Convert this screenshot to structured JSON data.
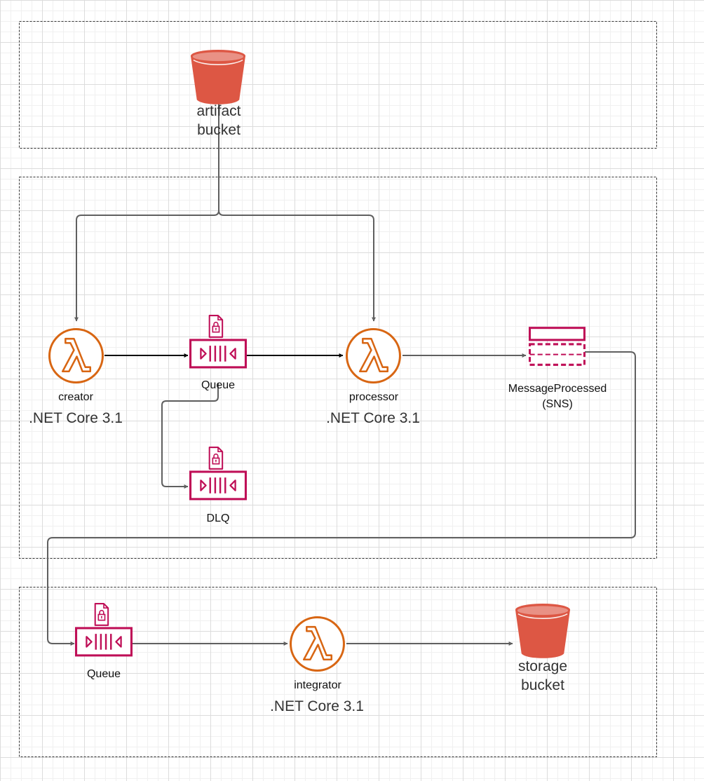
{
  "colors": {
    "lambda": "#d86613",
    "queue": "#bf0f57",
    "bucket": "#dd5744",
    "edge": "#5f5f5f"
  },
  "nodes": {
    "artifact_bucket": {
      "line1": "artifact",
      "line2": "bucket",
      "icon": "s3-bucket-icon"
    },
    "creator": {
      "name": "creator",
      "runtime": ".NET Core 3.1",
      "icon": "lambda-icon"
    },
    "queue_main": {
      "name": "Queue",
      "icon": "sqs-queue-icon"
    },
    "processor": {
      "name": "processor",
      "runtime": ".NET Core 3.1",
      "icon": "lambda-icon"
    },
    "sns_topic": {
      "line1": "MessageProcessed",
      "line2": "(SNS)",
      "icon": "sns-topic-icon"
    },
    "dlq": {
      "name": "DLQ",
      "icon": "sqs-queue-icon"
    },
    "queue_integration": {
      "name": "Queue",
      "icon": "sqs-queue-icon"
    },
    "integrator": {
      "name": "integrator",
      "runtime": ".NET Core 3.1",
      "icon": "lambda-icon"
    },
    "storage_bucket": {
      "line1": "storage",
      "line2": "bucket",
      "icon": "s3-bucket-icon"
    }
  }
}
